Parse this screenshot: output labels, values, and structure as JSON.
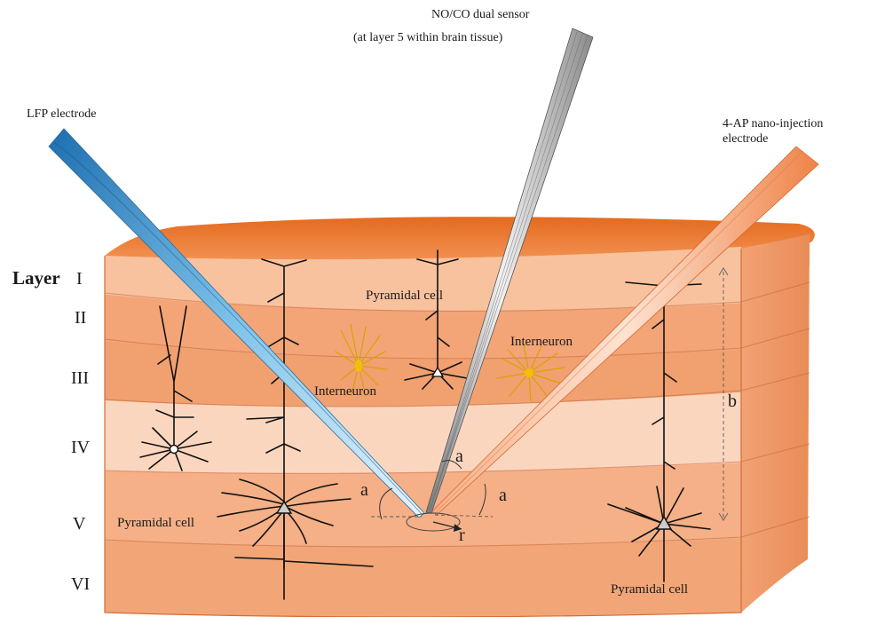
{
  "sensor_label": {
    "line1": "NO/CO dual sensor",
    "line2": "(at layer 5 within brain tissue)"
  },
  "lfp_label": "LFP electrode",
  "injection_label": {
    "line1": "4-AP nano-injection",
    "line2": "electrode"
  },
  "layers": {
    "prefix": "Layer",
    "names": [
      "I",
      "II",
      "III",
      "IV",
      "V",
      "VI"
    ]
  },
  "cells": {
    "pyramidal_top": "Pyramidal cell",
    "pyramidal_left": "Pyramidal cell",
    "pyramidal_right": "Pyramidal cell",
    "interneuron_left": "Interneuron",
    "interneuron_right": "Interneuron"
  },
  "geometry_labels": {
    "angle": "a",
    "depth": "b",
    "radius": "r"
  },
  "colors": {
    "tissue_top": "#f08a45",
    "tissue_light": "#fbd2b6",
    "tissue_mid": "#f6b48c",
    "lfp_electrode": "#4a9fd6",
    "sensor": "#a8a8a8",
    "injection_electrode": "#f3945a",
    "interneuron": "#e0ad00"
  }
}
